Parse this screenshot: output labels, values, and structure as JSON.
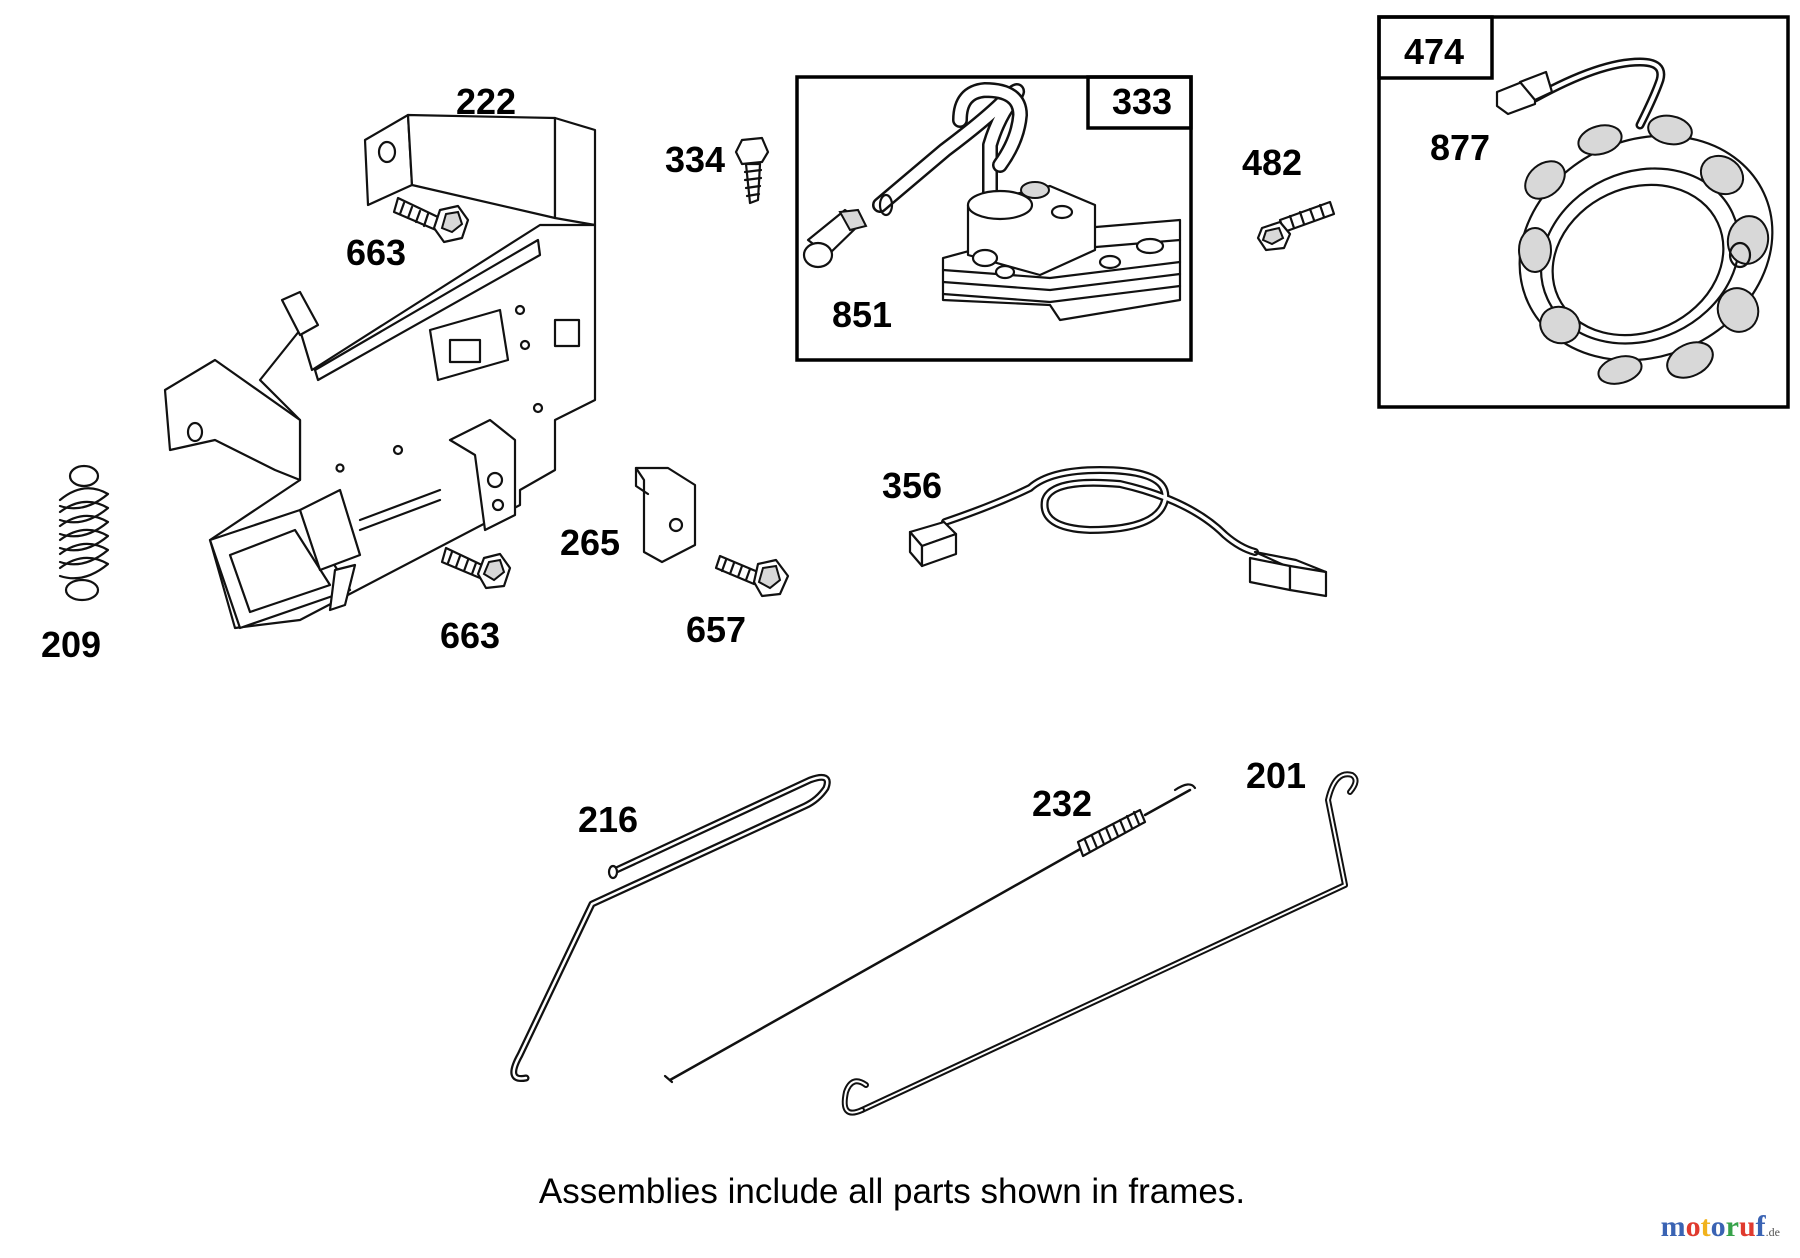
{
  "parts": {
    "p222": "222",
    "p663a": "663",
    "p663b": "663",
    "p209": "209",
    "p334": "334",
    "p265": "265",
    "p657": "657",
    "p851": "851",
    "p482": "482",
    "p877": "877",
    "p356": "356",
    "p216": "216",
    "p232": "232",
    "p201": "201"
  },
  "frames": {
    "f333": "333",
    "f474": "474"
  },
  "note": "Assemblies include all parts shown in frames.",
  "watermark": {
    "parts": [
      {
        "text": "m",
        "color": "#3a63b3"
      },
      {
        "text": "o",
        "color": "#e03a2e"
      },
      {
        "text": "t",
        "color": "#f1b21c"
      },
      {
        "text": "o",
        "color": "#3a63b3"
      },
      {
        "text": "r",
        "color": "#37a24a"
      },
      {
        "text": "u",
        "color": "#e03a2e"
      },
      {
        "text": "f",
        "color": "#3a63b3"
      }
    ],
    "suffix": ".de"
  }
}
